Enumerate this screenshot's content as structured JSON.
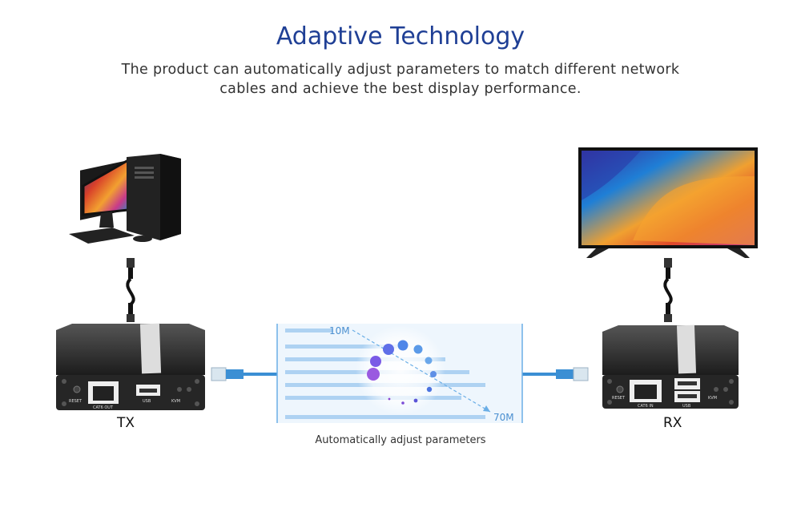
{
  "header": {
    "title": "Adaptive Technology",
    "subtitle_line1": "The product can automatically adjust parameters to match different network",
    "subtitle_line2": "cables and achieve the best display performance."
  },
  "transmitter": {
    "label": "TX",
    "reset_label": "RESET",
    "port_label": "CAT6 OUT",
    "usb_label": "USB",
    "kvm_label": "KVM"
  },
  "receiver": {
    "label": "RX",
    "reset_label": "RESET",
    "port_label": "CAT6 IN",
    "usb_label": "USB",
    "kvm_label": "KVM"
  },
  "adaptive_panel": {
    "speed_low": "10M",
    "speed_high": "70M",
    "caption": "Automatically adjust parameters"
  },
  "colors": {
    "title": "#1f3f95",
    "cable": "#3b8fd4",
    "panel_stripe": "#aed2f2",
    "spinner": "#6a62e6"
  }
}
